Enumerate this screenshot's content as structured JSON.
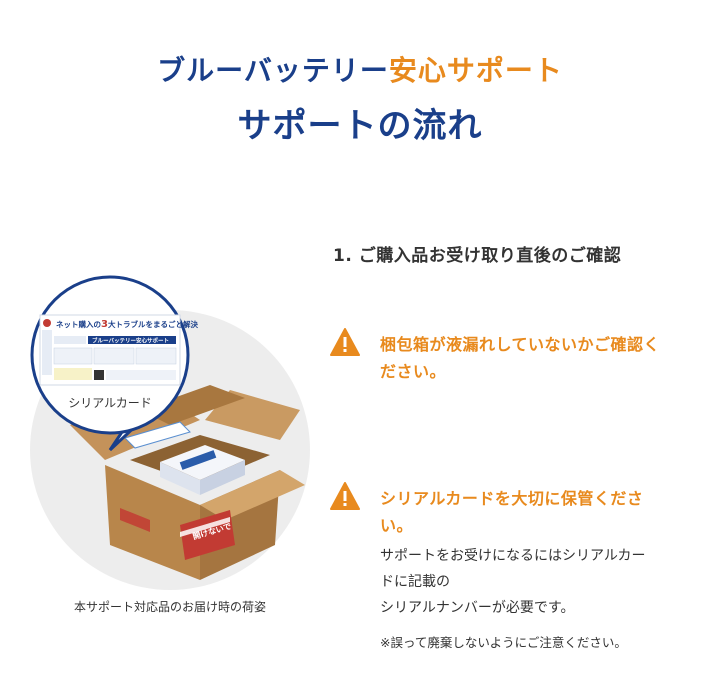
{
  "header": {
    "title_part1": "ブルーバッテリー",
    "title_part2": "安心サポート",
    "flow_title": "サポートの流れ"
  },
  "illustration": {
    "callout_label": "シリアルカード",
    "card_headline_1": "ネット購入の",
    "card_headline_num": "3",
    "card_headline_2": "大トラブルをまるごと解決",
    "card_brand": "ブルーバッテリー安心サポート",
    "box_sticker": "開けないで",
    "caption": "本サポート対応品のお届け時の荷姿"
  },
  "step": {
    "title": "1. ご購入品お受け取り直後のご確認",
    "warnings": [
      {
        "lines": [
          "梱包箱が液漏れしていないかご確認く",
          "ださい。"
        ]
      },
      {
        "lines": [
          "シリアルカードを大切に保管くださ",
          "い。"
        ]
      }
    ],
    "body_lines": [
      "サポートをお受けになるにはシリアルカー",
      "ドに記載の",
      "シリアルナンバーが必要です。"
    ],
    "note": "※誤って廃棄しないようにご注意ください。"
  },
  "colors": {
    "navy": "#1a3f8a",
    "orange": "#e88a1e",
    "highlight": "#f4f53a",
    "cardboard": "#b8864b"
  }
}
